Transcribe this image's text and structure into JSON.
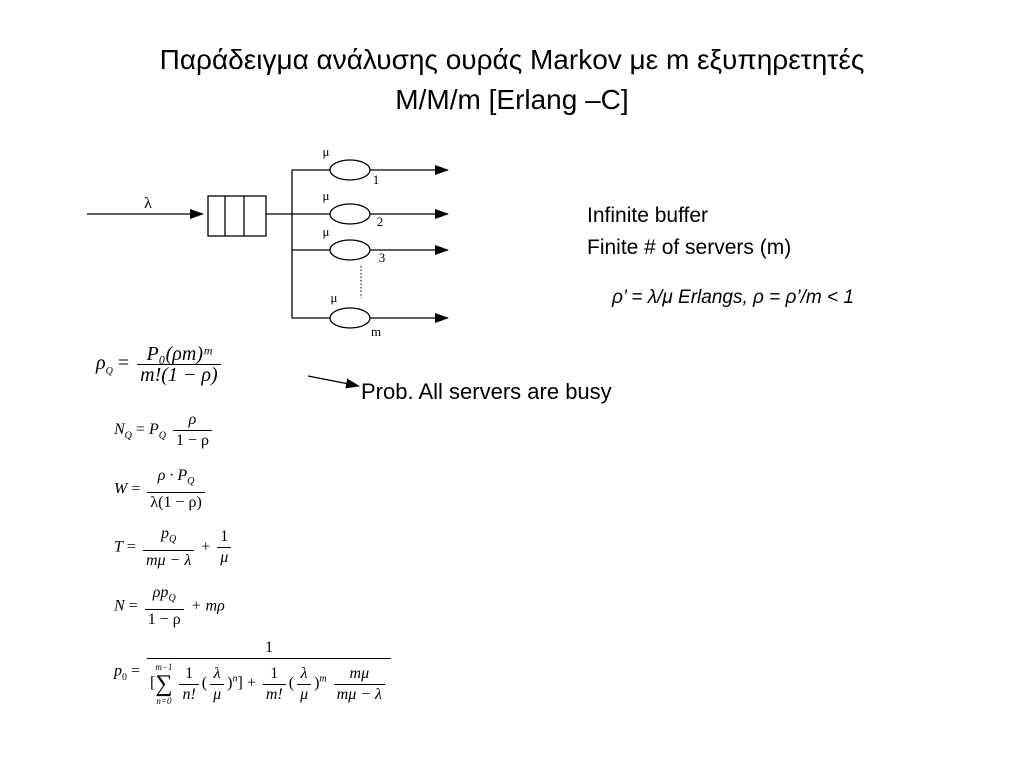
{
  "title": {
    "line1": "Παράδειγμα ανάλυσης ουράς Markov με m εξυπηρετητές",
    "line2": "M/M/m [Erlang –C]"
  },
  "diagram": {
    "arrival_label": "λ",
    "service_label": "μ",
    "server_labels": [
      "1",
      "2",
      "3",
      "m"
    ]
  },
  "info": {
    "line1": "Infinite buffer",
    "line2": "Finite # of servers (m)",
    "rho_formula": "ρ’ = λ/μ Erlangs, ρ = ρ’/m < 1"
  },
  "annotation": {
    "prob_busy": "Prob. All servers are busy"
  },
  "equations": {
    "rho_q": {
      "lhs": "ρ",
      "lhs_sub": "Q",
      "num": "P₀(ρm)ᵐ",
      "den": "m!(1 − ρ)"
    },
    "n_q": {
      "lhs": "N",
      "lhs_sub": "Q",
      "factor": "P",
      "factor_sub": "Q",
      "num": "ρ",
      "den": "1 − ρ"
    },
    "w": {
      "lhs": "W",
      "num": "ρ · P",
      "num_sub": "Q",
      "den": "λ(1 − ρ)"
    },
    "t": {
      "lhs": "T",
      "num1": "p",
      "num1_sub": "Q",
      "den1": "mμ − λ",
      "num2": "1",
      "den2": "μ"
    },
    "n": {
      "lhs": "N",
      "num": "ρp",
      "num_sub": "Q",
      "den": "1 − ρ",
      "tail": "+ mρ"
    },
    "p0": {
      "lhs": "p",
      "lhs_sub": "0",
      "num": "1",
      "sum_top": "m−1",
      "sum_bottom": "n=0",
      "t1_num": "1",
      "t1_den": "n!",
      "lam": "λ",
      "mu": "μ",
      "exp1": "n",
      "t2_num": "1",
      "t2_den": "m!",
      "exp2": "m",
      "t3_num": "mμ",
      "t3_den": "mμ − λ"
    }
  }
}
